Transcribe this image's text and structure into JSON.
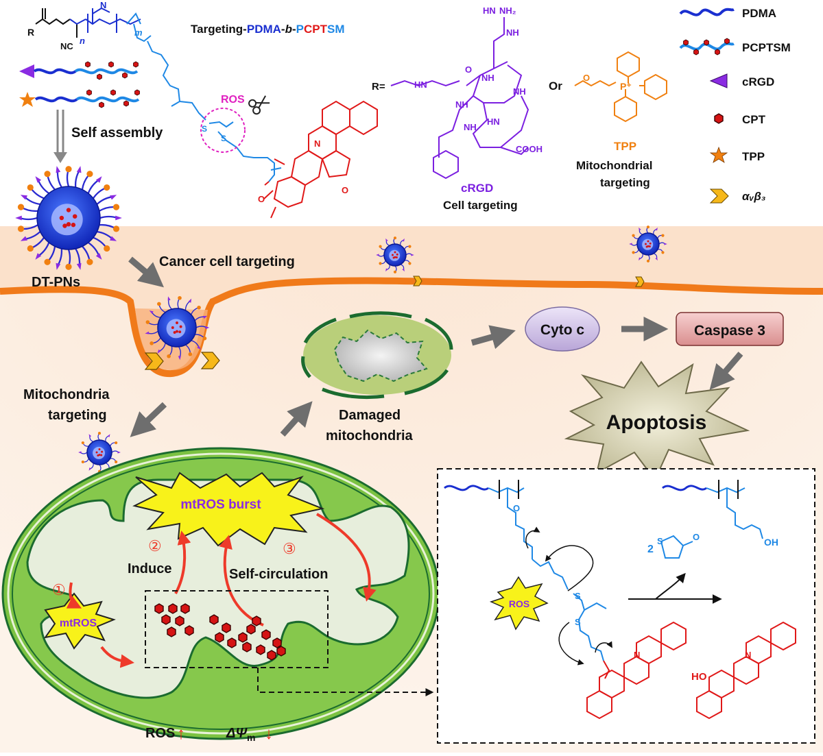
{
  "title_parts": {
    "prefix": "Targeting-",
    "pdma": "PDMA",
    "dash1": "-",
    "b": "b",
    "dash2": "-",
    "p": "P",
    "cpt": "CPT",
    "sm": "SM"
  },
  "structure": {
    "r_label": "R",
    "nc_label": "NC",
    "n_sub": "n",
    "m_sub": "m",
    "ros_cleave": "ROS",
    "n_atom": "N",
    "o_atom": "O",
    "s_atom": "S"
  },
  "r_def": {
    "r_eq": "R=",
    "or": "Or"
  },
  "crgd_struct": {
    "guanidine": "HN  NH₂",
    "nh_top": "NH",
    "hn_left": "HN",
    "nh_a": "NH",
    "nh_b": "NH",
    "nh_c": "NH",
    "nh_d": "NH",
    "hn_e": "HN",
    "cooh": "COOH",
    "o": "O"
  },
  "crgd": {
    "name": "cRGD",
    "desc": "Cell targeting"
  },
  "tpp": {
    "name": "TPP",
    "desc1": "Mitochondrial",
    "desc2": "targeting",
    "p_plus": "P⁺",
    "o": "O"
  },
  "legend": [
    {
      "label": "PDMA",
      "icon": "wavy-blue-line-icon"
    },
    {
      "label": "PCPTSM",
      "icon": "wavy-chain-with-red-hexagons-icon"
    },
    {
      "label": "cRGD",
      "icon": "purple-triangle-icon"
    },
    {
      "label": "CPT",
      "icon": "red-hexagon-icon"
    },
    {
      "label": "TPP",
      "icon": "orange-star-icon"
    },
    {
      "label": "αᵥβ₃",
      "icon": "yellow-chevron-icon"
    }
  ],
  "labels": {
    "self_assembly": "Self assembly",
    "dt_pns": "DT-PNs",
    "cancer_targeting": "Cancer cell targeting",
    "mito_targeting_1": "Mitochondria",
    "mito_targeting_2": "targeting",
    "damaged_1": "Damaged",
    "damaged_2": "mitochondria",
    "cyto_c": "Cyto c",
    "caspase": "Caspase 3",
    "apoptosis": "Apoptosis",
    "mtros_burst": "mtROS burst",
    "induce": "Induce",
    "self_circ": "Self-circulation",
    "mtros": "mtROS",
    "step1": "①",
    "step2": "②",
    "step3": "③",
    "ros_bottom": "ROS",
    "delta_psi": "ΔΨ",
    "delta_psi_sub": "m",
    "up_arrow": "↑",
    "down_arrow": "↓"
  },
  "mechanism": {
    "ros": "ROS",
    "byproduct_coef": "2",
    "s": "S",
    "o": "O",
    "oh": "OH",
    "ho": "HO",
    "n": "N"
  },
  "colors": {
    "pdma_blue": "#1a2fd0",
    "pcptsm_blue": "#1e88e5",
    "cpt_red": "#e01818",
    "crgd_purple": "#7b1fe0",
    "tpp_orange": "#f08010",
    "ros_magenta": "#e020c0",
    "cytoplasm": "#fbe3cf",
    "membrane": "#f07a1a",
    "mito_green": "#7cc242"
  }
}
